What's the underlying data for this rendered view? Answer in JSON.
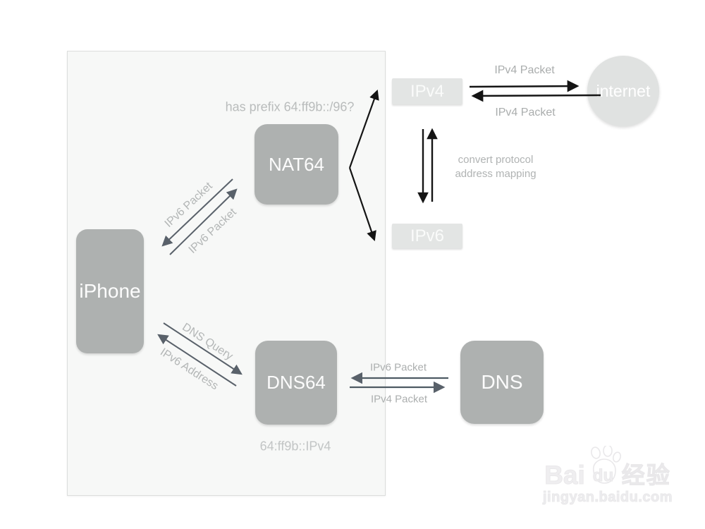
{
  "diagram": {
    "nodes": {
      "iphone": "iPhone",
      "nat64": "NAT64",
      "dns64": "DNS64",
      "dns": "DNS",
      "internet": "internet",
      "ipv4": "IPv4",
      "ipv6": "IPv6"
    },
    "labels": {
      "prefix_note": "has prefix 64:ff9b::/96?",
      "ipv6_packet_to_iphone": "IPv6 Packet",
      "ipv6_packet_to_nat64": "IPv6 Packet",
      "dns_query": "DNS Query",
      "ipv6_address": "IPv6 Address",
      "ipv4_packet_to_internet": "IPv4 Packet",
      "ipv4_packet_from_internet": "IPv4 Packet",
      "convert_protocol_line1": "convert protocol",
      "convert_protocol_line2": "address mapping",
      "ipv6_packet_from_dns": "IPv6 Packet",
      "ipv4_packet_to_dns": "IPv4 Packet",
      "nat64_mapping_note": "64:ff9b::IPv4"
    },
    "colors": {
      "node_fill": "#aeb1b0",
      "light_node_fill": "#e3e5e4",
      "panel_fill": "#f7f8f7",
      "label_gray": "#b3b6b6",
      "arrow_dark": "#59616a",
      "arrow_black": "#141414"
    }
  },
  "watermark": {
    "brand_part1": "Bai",
    "brand_part2": "du",
    "brand_cn": "经验",
    "site": "jingyan.baidu.com"
  }
}
